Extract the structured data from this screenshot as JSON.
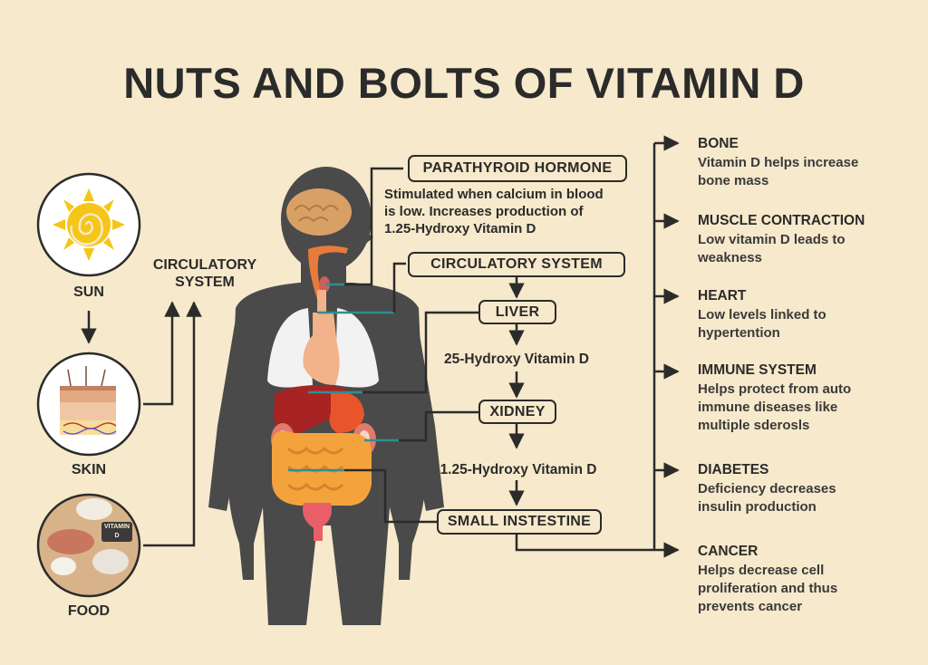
{
  "title": "NUTS AND BOLTS OF VITAMIN D",
  "sources": [
    {
      "label": "SUN",
      "icon": "sun-icon"
    },
    {
      "label": "SKIN",
      "icon": "skin-layers-icon"
    },
    {
      "label": "FOOD",
      "icon": "food-icon",
      "tag_line1": "VITAMIN",
      "tag_line2": "D"
    }
  ],
  "circulatory_label": {
    "line1": "CIRCULATORY",
    "line2": "SYSTEM"
  },
  "flow": {
    "parathyroid": "PARATHYROID HORMONE",
    "parathyroid_desc": [
      "Stimulated when calcium in blood",
      "is low. Increases production of",
      "1.25-Hydroxy Vitamin D"
    ],
    "circulatory": "CIRCULATORY SYSTEM",
    "liver": "LIVER",
    "step1": "25-Hydroxy Vitamin D",
    "kidney": "XIDNEY",
    "step2": "1.25-Hydroxy Vitamin D",
    "intestine": "SMALL INSTESTINE"
  },
  "effects": [
    {
      "title": "BONE",
      "desc": [
        "Vitamin D helps increase",
        "bone mass"
      ]
    },
    {
      "title": "MUSCLE CONTRACTION",
      "desc": [
        "Low vitamin D leads to",
        "weakness"
      ]
    },
    {
      "title": "HEART",
      "desc": [
        "Low levels linked to",
        "hypertention"
      ]
    },
    {
      "title": "IMMUNE SYSTEM",
      "desc": [
        "Helps protect from auto",
        "immune diseases like",
        "multiple sderosls"
      ]
    },
    {
      "title": "DIABETES",
      "desc": [
        "Deficiency decreases",
        "insulin production"
      ]
    },
    {
      "title": "CANCER",
      "desc": [
        "Helps decrease cell",
        "proliferation and thus",
        "prevents cancer"
      ]
    }
  ],
  "colors": {
    "background": "#f7e9cb",
    "ink": "#2b2b2b",
    "silhouette": "#4a4a4a",
    "teal_line": "#2f8f8f",
    "brain": "#d9a066",
    "lungs": "#f2f2f2",
    "heart": "#f2b28a",
    "liver": "#a82424",
    "stomach": "#e8552a",
    "intestine": "#f4a33c"
  }
}
